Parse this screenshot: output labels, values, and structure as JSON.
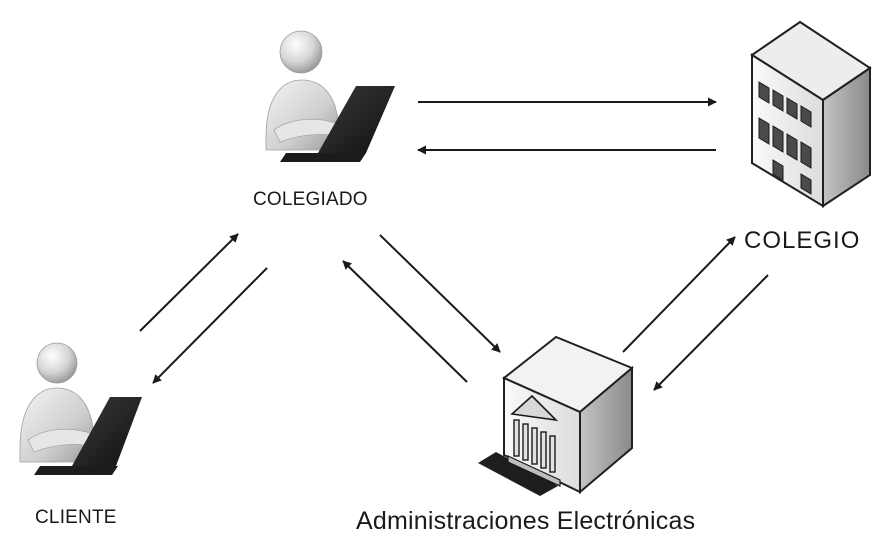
{
  "nodes": {
    "colegiado": {
      "label": "COLEGIADO",
      "icon": "user-laptop-icon"
    },
    "colegio": {
      "label": "COLEGIO",
      "icon": "office-building-icon"
    },
    "cliente": {
      "label": "CLIENTE",
      "icon": "user-laptop-icon"
    },
    "administraciones": {
      "label": "Administraciones Electrónicas",
      "icon": "government-server-icon"
    }
  },
  "connections": [
    {
      "from": "colegiado",
      "to": "colegio"
    },
    {
      "from": "colegio",
      "to": "colegiado"
    },
    {
      "from": "cliente",
      "to": "colegiado"
    },
    {
      "from": "colegiado",
      "to": "cliente"
    },
    {
      "from": "colegiado",
      "to": "administraciones"
    },
    {
      "from": "administraciones",
      "to": "colegiado"
    },
    {
      "from": "administraciones",
      "to": "colegio"
    },
    {
      "from": "colegio",
      "to": "administraciones"
    }
  ],
  "colors": {
    "line": "#1a1a1a",
    "person": "#d4d4d4",
    "laptop": "#1c1c1c",
    "building_front": "#ececec",
    "building_side": "#bdbdbd",
    "window": "#4a4a4a"
  }
}
